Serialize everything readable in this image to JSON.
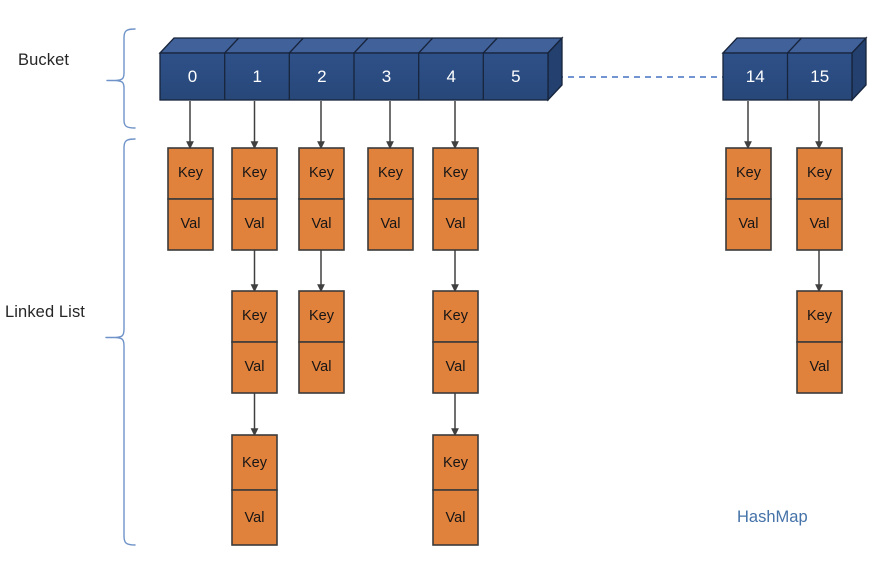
{
  "diagram": {
    "title_label": "HashMap",
    "side_labels": {
      "bucket": "Bucket",
      "linked_list": "Linked List"
    },
    "colors": {
      "bucket_front": "#2c4f86",
      "bucket_top": "#41619b",
      "bucket_side": "#23406e",
      "bucket_stroke": "#17243b",
      "node_fill": "#e0813c",
      "node_stroke": "#3b3b3b",
      "arrow": "#404040",
      "brace": "#6f93c9",
      "dashed_link": "#4472c4",
      "hashmap_text": "#4472a8",
      "label_text": "#262626",
      "background": "#ffffff"
    },
    "bucket": {
      "label": "Bucket",
      "cells": [
        {
          "index": "0",
          "chain_length": 1
        },
        {
          "index": "1",
          "chain_length": 3
        },
        {
          "index": "2",
          "chain_length": 2
        },
        {
          "index": "3",
          "chain_length": 1
        },
        {
          "index": "4",
          "chain_length": 3
        },
        {
          "index": "5",
          "chain_length": 0
        },
        {
          "index": "14",
          "chain_length": 1
        },
        {
          "index": "15",
          "chain_length": 2
        }
      ],
      "ellipsis_link": "dashed-line-icon"
    },
    "node": {
      "key_label": "Key",
      "value_label": "Val"
    },
    "chains": [
      {
        "bucket_index": "0",
        "nodes": [
          {
            "key": "Key",
            "val": "Val"
          }
        ]
      },
      {
        "bucket_index": "1",
        "nodes": [
          {
            "key": "Key",
            "val": "Val"
          },
          {
            "key": "Key",
            "val": "Val"
          },
          {
            "key": "Key",
            "val": "Val"
          }
        ]
      },
      {
        "bucket_index": "2",
        "nodes": [
          {
            "key": "Key",
            "val": "Val"
          },
          {
            "key": "Key",
            "val": "Val"
          }
        ]
      },
      {
        "bucket_index": "3",
        "nodes": [
          {
            "key": "Key",
            "val": "Val"
          }
        ]
      },
      {
        "bucket_index": "4",
        "nodes": [
          {
            "key": "Key",
            "val": "Val"
          },
          {
            "key": "Key",
            "val": "Val"
          },
          {
            "key": "Key",
            "val": "Val"
          }
        ]
      },
      {
        "bucket_index": "14",
        "nodes": [
          {
            "key": "Key",
            "val": "Val"
          }
        ]
      },
      {
        "bucket_index": "15",
        "nodes": [
          {
            "key": "Key",
            "val": "Val"
          },
          {
            "key": "Key",
            "val": "Val"
          }
        ]
      }
    ]
  }
}
